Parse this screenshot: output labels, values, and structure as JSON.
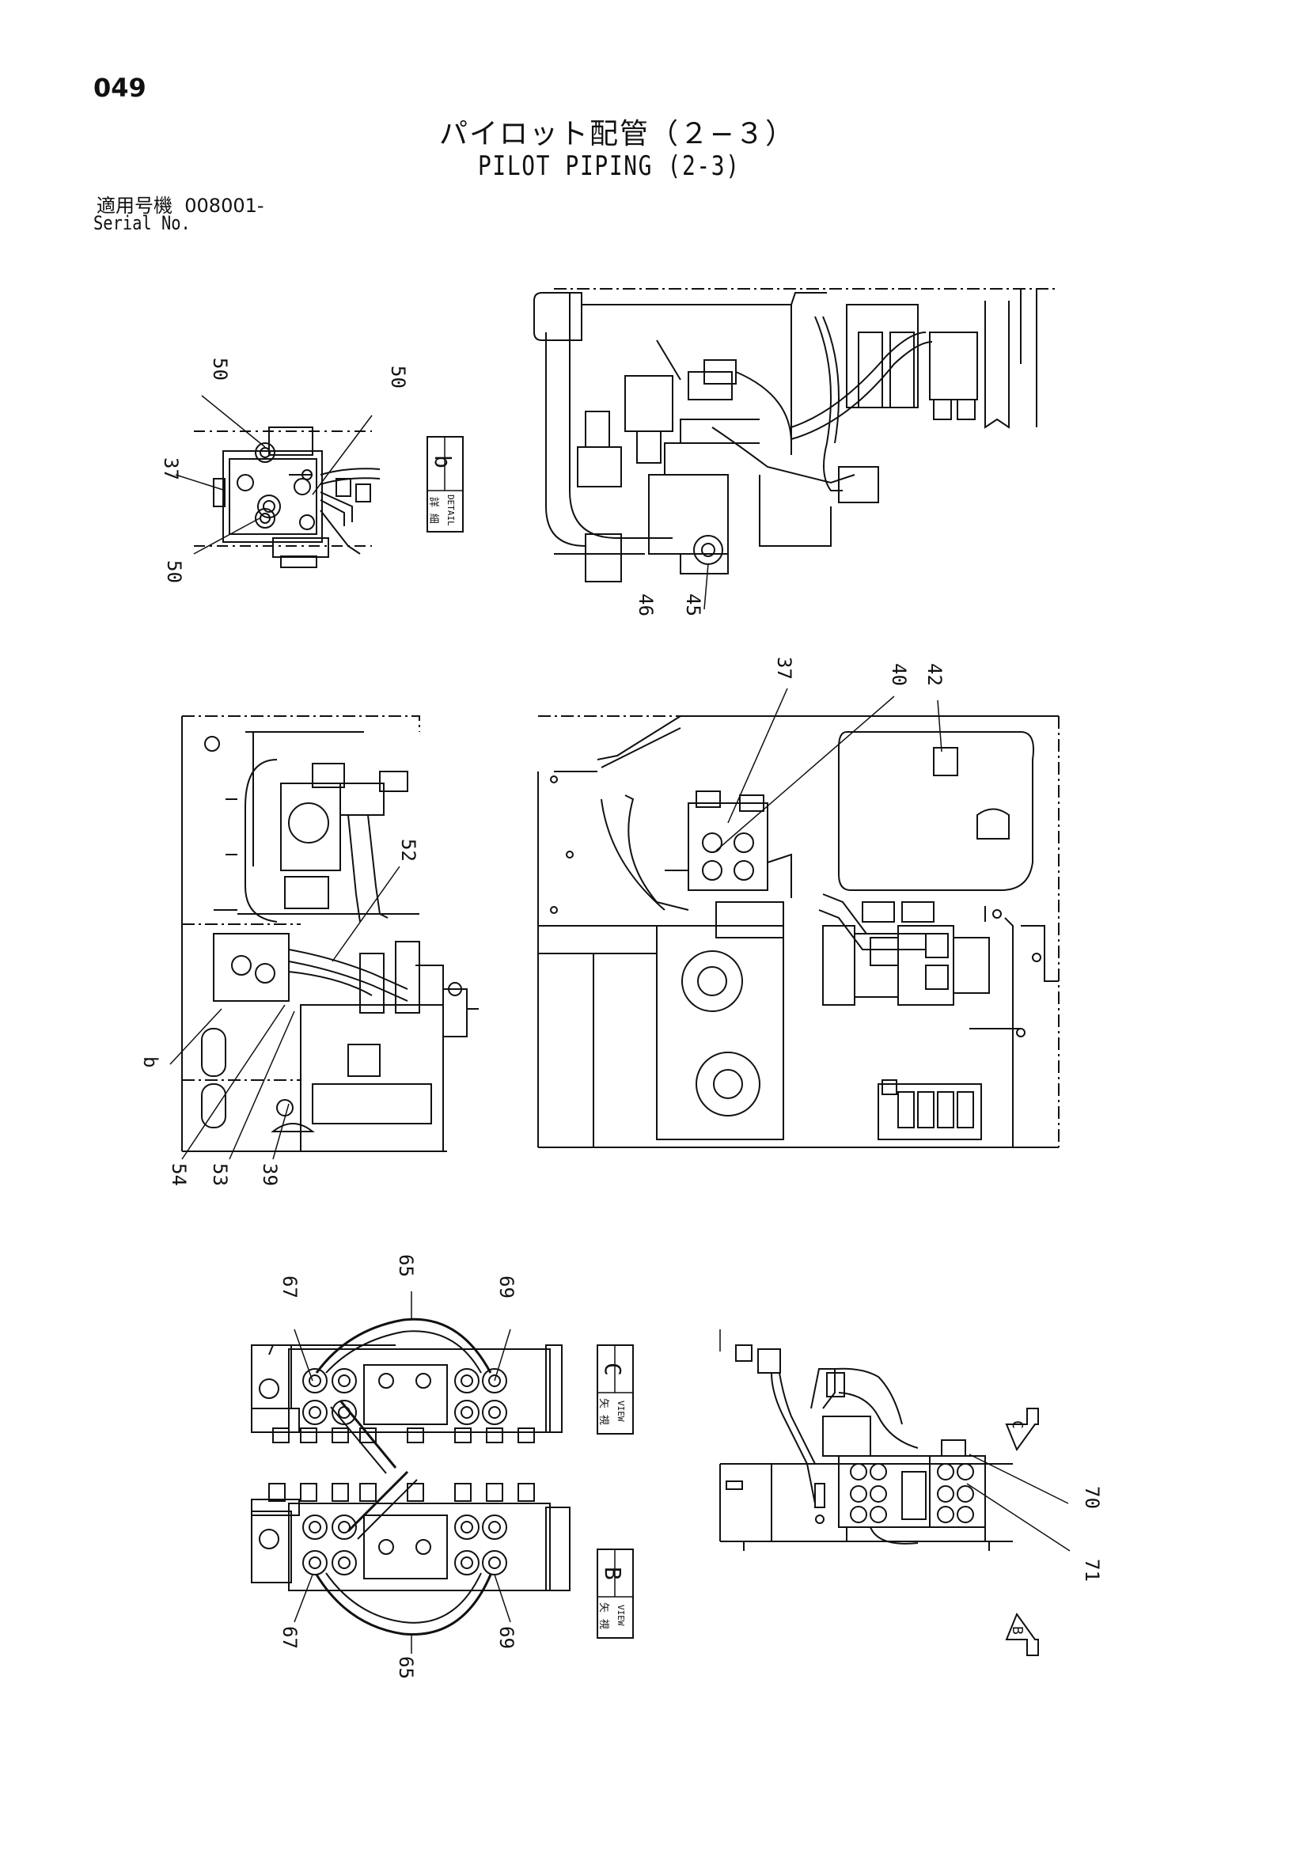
{
  "page": {
    "number": "049"
  },
  "title": {
    "japanese": "パイロット配管（２−３）",
    "english": "PILOT PIPING (2-3)"
  },
  "serial": {
    "label_jp": "適用号機",
    "value": "008001-",
    "label_en": "Serial No."
  },
  "detail_box": {
    "letter": "b",
    "jp": "詳 細",
    "en": "DETAIL"
  },
  "view_c_box": {
    "letter": "C",
    "jp": "矢 視",
    "en": "VIEW"
  },
  "view_b_box": {
    "letter": "B",
    "jp": "矢 視",
    "en": "VIEW"
  },
  "callouts": {
    "c50a": "50",
    "c50b": "50",
    "c37a": "37",
    "c50c": "50",
    "c46": "46",
    "c45": "45",
    "c37b": "37",
    "c40": "40",
    "c42": "42",
    "c52": "52",
    "cb": "b",
    "c54": "54",
    "c53": "53",
    "c39": "39",
    "c67a": "67",
    "c65a": "65",
    "c69a": "69",
    "c67b": "67",
    "c65b": "65",
    "c69b": "69",
    "c70": "70",
    "c71": "71"
  },
  "arrows": {
    "c": "C",
    "b": "B"
  },
  "colors": {
    "line": "#111111",
    "paper": "#ffffff"
  }
}
